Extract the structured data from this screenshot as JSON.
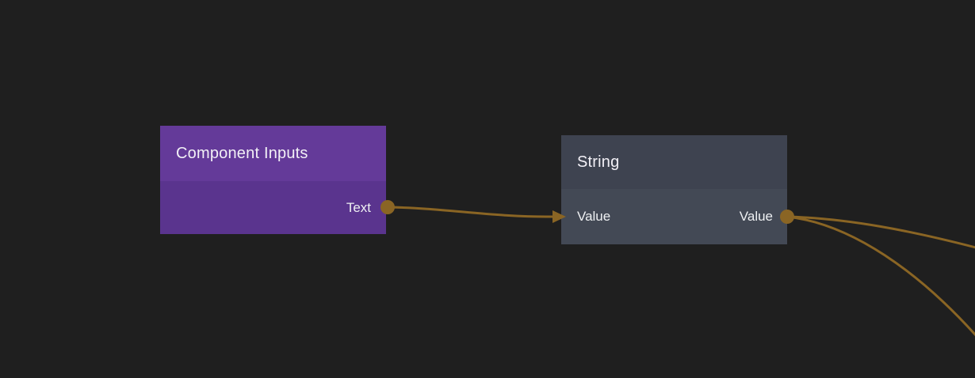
{
  "canvas": {
    "background_color": "#1f1f1f"
  },
  "colors": {
    "canvas_bg": "#1f1f1f",
    "node1_header": "#643a99",
    "node1_body": "#5a348e",
    "node2_header": "#3e4350",
    "node2_body": "#434955",
    "wire": "#8a6524",
    "port": "#8a6524",
    "title_text": "#f2f0f6",
    "port_text": "#eef0f2"
  },
  "nodes": [
    {
      "id": "component-inputs",
      "title": "Component Inputs",
      "header_color": "#643a99",
      "body_color": "#5a348e",
      "inputs": [],
      "outputs": [
        {
          "label": "Text"
        }
      ]
    },
    {
      "id": "string",
      "title": "String",
      "header_color": "#3e4350",
      "body_color": "#434955",
      "inputs": [
        {
          "label": "Value"
        }
      ],
      "outputs": [
        {
          "label": "Value"
        }
      ]
    }
  ],
  "connections": [
    {
      "from_node": "Component Inputs",
      "from_port": "Text",
      "to_node": "String",
      "to_port": "Value",
      "style": "arrowhead"
    },
    {
      "from_node": "String",
      "from_port": "Value",
      "to_node": "off-screen-right-upper",
      "to_port": ""
    },
    {
      "from_node": "String",
      "from_port": "Value",
      "to_node": "off-screen-right-lower",
      "to_port": ""
    }
  ]
}
